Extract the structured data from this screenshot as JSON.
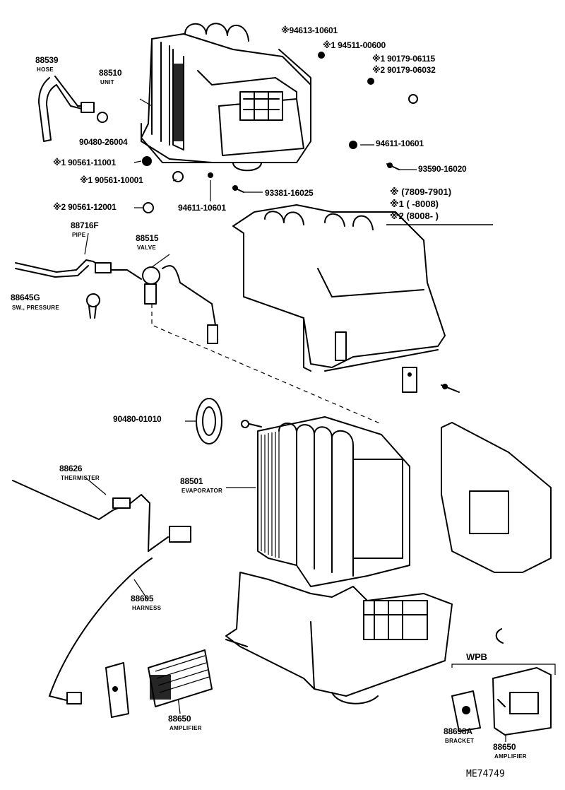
{
  "parts": {
    "hose": {
      "number": "88539",
      "name": "HOSE"
    },
    "unit": {
      "number": "88510",
      "name": "UNIT"
    },
    "n1": "94613-10601",
    "n2": "1 94511-00600",
    "n3": "1 90179-06115",
    "n4": "2 90179-06032",
    "n5": "90480-26004",
    "n6": "94611-10601",
    "n7": "93590-16020",
    "n8": "1 90561-11001",
    "n9": "1 90561-10001",
    "n10": "94611-10601",
    "n11": "93381-16025",
    "n12": "2 90561-12001",
    "pipe": {
      "number": "88716F",
      "name": "PIPE"
    },
    "valve": {
      "number": "88515",
      "name": "VALVE"
    },
    "sw": {
      "number": "88645G",
      "name": "SW., PRESSURE"
    },
    "grommet": "90480-01010",
    "thermistor": {
      "number": "88626",
      "name": "THERMISTER"
    },
    "evaporator": {
      "number": "88501",
      "name": "EVAPORATOR"
    },
    "harness": {
      "number": "88605",
      "name": "HARNESS"
    },
    "amp1": {
      "number": "88650",
      "name": "AMPLIFIER"
    },
    "bracket": {
      "number": "88698A",
      "name": "BRACKET"
    },
    "amp2": {
      "number": "88650",
      "name": "AMPLIFIER"
    },
    "wpb": "WPB"
  },
  "legend": {
    "row0": "※ (7809-7901)",
    "row1": "※1 (     -8008)",
    "row2": "※2 (8008-     )"
  },
  "drawing_id": "ME74749"
}
